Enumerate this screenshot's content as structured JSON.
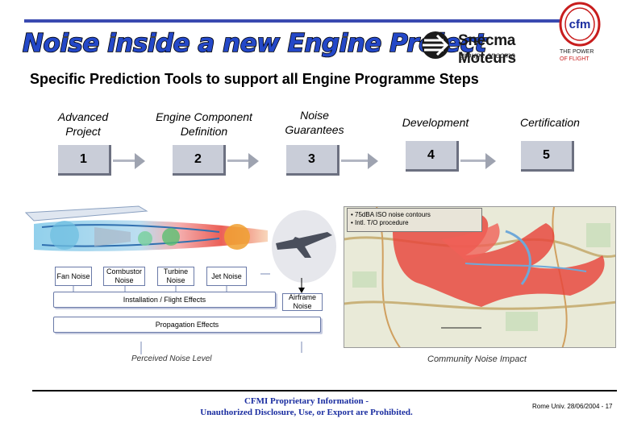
{
  "header": {
    "title": "Noise inside a new Engine Project",
    "company_name": "Snecma Moteurs",
    "company_group": "groupe snecma",
    "partner_logo": "cfm",
    "partner_tagline_line1": "THE POWER",
    "partner_tagline_line2": "OF FLIGHT"
  },
  "subtitle": "Specific Prediction Tools to support all Engine Programme Steps",
  "steps": [
    {
      "label": "Advanced Project",
      "number": "1"
    },
    {
      "label": "Engine Component Definition",
      "number": "2"
    },
    {
      "label": "Noise Guarantees",
      "number": "3"
    },
    {
      "label": "Development",
      "number": "4"
    },
    {
      "label": "Certification",
      "number": "5"
    }
  ],
  "noise_sources": {
    "fan": "Fan Noise",
    "combustor": "Combustor Noise",
    "turbine": "Turbine Noise",
    "jet": "Jet Noise",
    "airframe": "Airframe Noise"
  },
  "effects": {
    "installation": "Installation / Flight Effects",
    "propagation": "Propagation Effects"
  },
  "captions": {
    "perceived": "Perceived Noise Level",
    "community": "Community Noise Impact"
  },
  "map_legend": {
    "line1": "• 75dBA ISO noise contours",
    "line2": "• Intl. T/O procedure"
  },
  "footer": {
    "line1": "CFMI Proprietary Information -",
    "line2": "Unauthorized Disclosure, Use, or Export are Prohibited.",
    "note": "Rome Univ. 28/06/2004 - 17"
  },
  "colors": {
    "title_fill": "#2448c8",
    "box_fill": "#c9cdd8",
    "noise_red": "#e8443a",
    "rule_blue": "#3a4ab0"
  }
}
